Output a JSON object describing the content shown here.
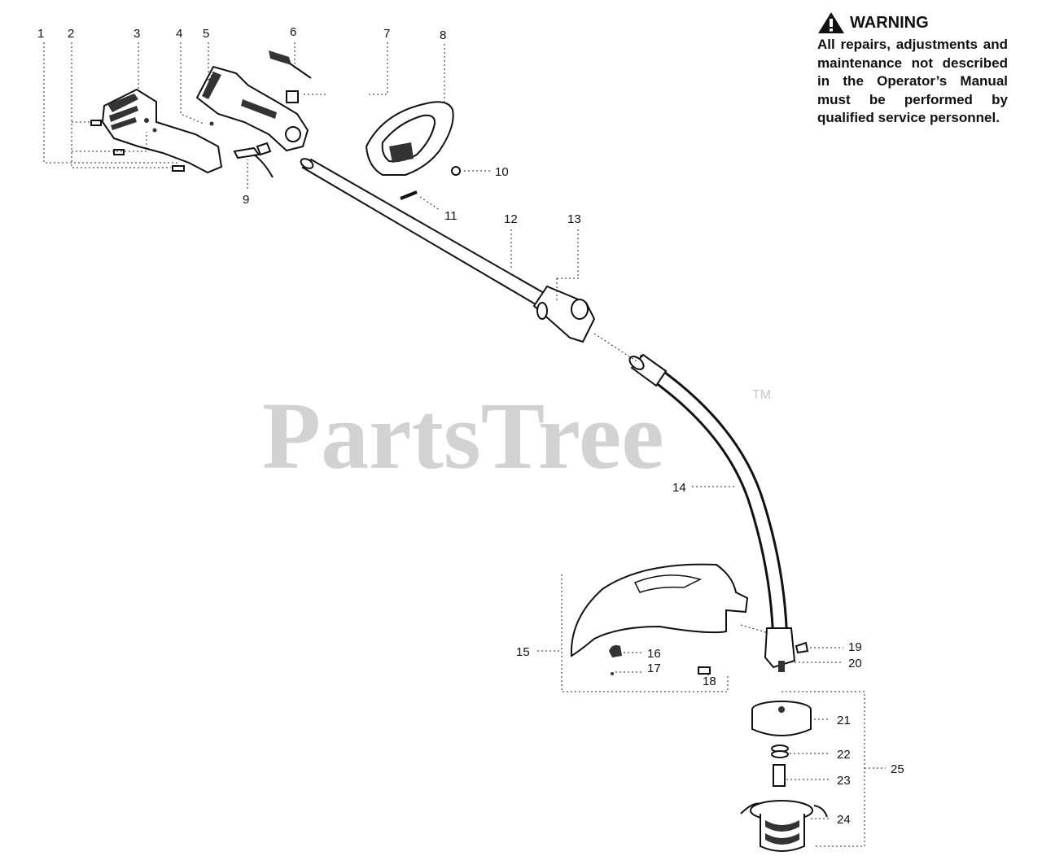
{
  "watermark": {
    "text": "PartsTree",
    "tm": "TM"
  },
  "warning": {
    "title": "WARNING",
    "body": "All repairs, adjustments and maintenance not described in the Operator’s Manual must be performed by qualified service personnel."
  },
  "callouts": [
    "1",
    "2",
    "3",
    "4",
    "5",
    "6",
    "7",
    "8",
    "9",
    "10",
    "11",
    "12",
    "13",
    "14",
    "15",
    "16",
    "17",
    "18",
    "19",
    "20",
    "21",
    "22",
    "23",
    "24",
    "25"
  ]
}
